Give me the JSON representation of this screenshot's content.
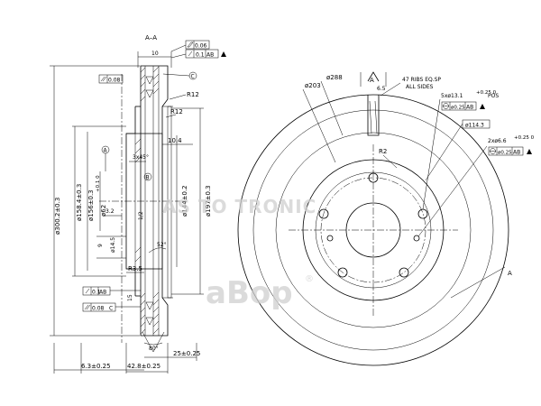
{
  "section": {
    "title": "A–A",
    "flatness_tol": "0.06",
    "runout_tol_1": "0.1",
    "runout_datum": "AB",
    "parallel_tol": "0.08",
    "circle_c": "C",
    "width_top": "10",
    "radius_r12_a": "R12",
    "radius_r12_b": "R12",
    "dim_10_4": "10.4",
    "chamfer": "3x45°",
    "dia_outer": "ø300.2±0.3",
    "dia_1": "ø158.4±0.3",
    "dia_2": "ø156±0.3",
    "dia_3": "ø62",
    "dia_3_tol": "+0.1\n0",
    "dia_144": "ø144±0.2",
    "dia_197": "ø197±0.3",
    "dim_3_2": "3.2",
    "dim_14_5": "ø14.5",
    "dim_9": "9",
    "angle_52": "52°",
    "radius_r35": "R3.5",
    "runout_tol_2": "0.1",
    "runout_datum_2": "AB",
    "parallel_tol_2": "0.08",
    "parallel_ref": "C",
    "dim_15": "15",
    "angle_80": "80°",
    "dim_6_3": "6.3±0.25",
    "dim_42_8": "42.8±0.25",
    "dim_25": "25±0.25",
    "label_a": "A",
    "label_b": "B",
    "label_1_2": "1/2"
  },
  "front": {
    "dia_288": "ø288",
    "dia_203": "ø203",
    "ribs": "47 RIBS EQ.SP",
    "all_sides": "ALL SIDES",
    "dim_6_5": "6.5",
    "holes": "5xø13.1",
    "holes_tol": "+0.25\n0",
    "pos": "POS",
    "pos_tol": "ø0.25",
    "pos_datum": "AB",
    "pcd": "ø114.3",
    "holes_2": "2xø6.6",
    "holes_2_tol": "+0.25\n0",
    "pos_tol_2": "ø0.25",
    "pos_datum_2": "AB",
    "radius_r2": "R2",
    "section_a_top": "A",
    "section_a_bottom": "A"
  },
  "watermark": {
    "text": "AS TO TRONIC",
    "brand": "aBop",
    "brand_r": "®"
  }
}
